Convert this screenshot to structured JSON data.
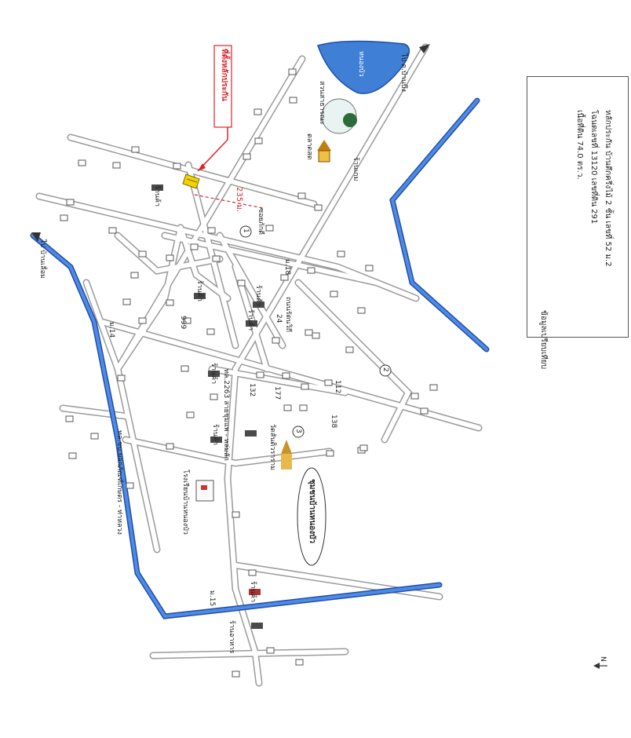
{
  "legend": {
    "title_line1": "หลักประกัน บ้านตึกครึ่งไม้ 2 ชั้น เลขที่ 52 ม.2",
    "title_line2": "โฉนดเลขที่ 13120 เลขที่ดิน 291",
    "area": "เนื้อที่ดิน  74.0 ตร.ว.",
    "comparable": "ข้อมูลเปรียบเทียบ"
  },
  "annotations": {
    "collateral_location": "ที่ตั้งหลักประกัน",
    "distance": "235 ม.",
    "road_to_ban_bung": "ไป ต.บ้านบึง",
    "road_to_ban_lueam": "ไป บ้านเลื่อม",
    "highway_label": "ทล.2263 สายชุมแพ - หล่มสัก",
    "ramp_road": "ถนนรัตนวิถี",
    "canal_road": "ทล.ชบ.ผลกภัณฑ์เกษตร - ท่าหลวง",
    "community": "ชุมชนบ้านหนองบัว",
    "pond": "หนองบัว",
    "temple": "วัดสันติวราราม",
    "school": "โรงเรียนบ้านหนองบัว",
    "market": "ตลาดสด",
    "park": "สวนสาธารณะ",
    "compass": "N"
  },
  "map_labels": [
    "ร้านค้า",
    "ร้านค้า",
    "ร้านค้า",
    "ร้านค้า",
    "ร้านค้า",
    "ร้านค้า",
    "ร้านค้า",
    "ร้านเกม",
    "ร้านอาหาร",
    "ซอยภักดี",
    "ม.18",
    "ม.14",
    "ม.15",
    "24",
    "132",
    "177",
    "138",
    "112",
    "999"
  ],
  "route_markers": [
    "1",
    "2",
    "3"
  ],
  "colors": {
    "road": "#c8c8c8",
    "road_edge": "#9a9a9a",
    "river": "#2f6ed8",
    "pond": "#3f7fd6",
    "highlight": "#f2d400",
    "arrow": "#d6262c"
  }
}
